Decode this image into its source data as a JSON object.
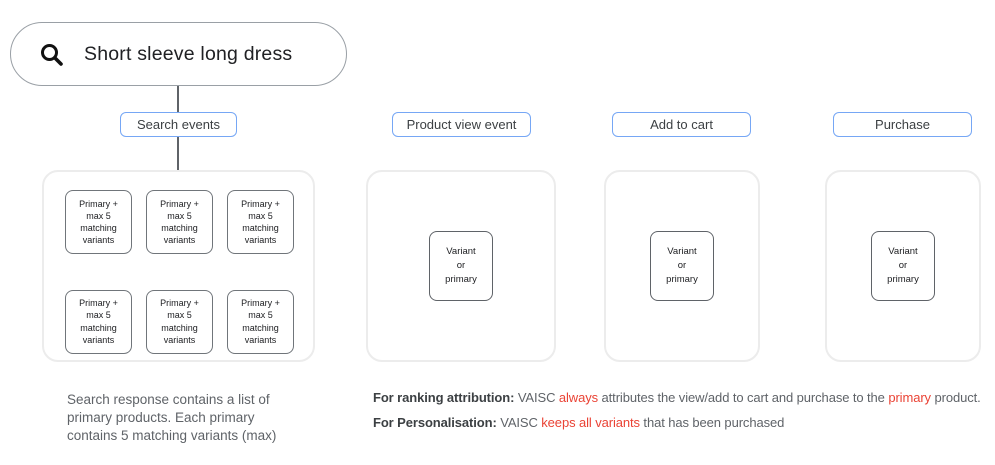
{
  "colors": {
    "accent_blue": "#76a7f5",
    "alert_red": "#ea4335"
  },
  "search_bar": {
    "query": "Short sleeve long dress",
    "icon": "magnifier"
  },
  "event_columns": [
    {
      "label": "Search events",
      "boxes": [
        "Primary +\nmax 5\nmatching\nvariants",
        "Primary +\nmax 5\nmatching\nvariants",
        "Primary +\nmax 5\nmatching\nvariants",
        "Primary +\nmax 5\nmatching\nvariants",
        "Primary +\nmax 5\nmatching\nvariants",
        "Primary +\nmax 5\nmatching\nvariants"
      ]
    },
    {
      "label": "Product view event",
      "boxes": [
        "Variant\nor\nprimary"
      ]
    },
    {
      "label": "Add to cart",
      "boxes": [
        "Variant\nor\nprimary"
      ]
    },
    {
      "label": "Purchase",
      "boxes": [
        "Variant\nor\nprimary"
      ]
    }
  ],
  "notes": {
    "search_note": "Search response contains a list of\nprimary products. Each primary\ncontains 5 matching variants (max)",
    "ranking_attribution": [
      {
        "text": "For ranking attribution:",
        "style": "bold"
      },
      {
        "text": " VAISC ",
        "style": "plain"
      },
      {
        "text": "always",
        "style": "red"
      },
      {
        "text": " attributes the view/add to cart and purchase to the ",
        "style": "plain"
      },
      {
        "text": "primary",
        "style": "red"
      },
      {
        "text": " product.",
        "style": "plain"
      }
    ],
    "personalisation": [
      {
        "text": "For Personalisation:",
        "style": "bold"
      },
      {
        "text": " VAISC ",
        "style": "plain"
      },
      {
        "text": "keeps all variants",
        "style": "red"
      },
      {
        "text": " that has been purchased",
        "style": "plain"
      }
    ]
  }
}
